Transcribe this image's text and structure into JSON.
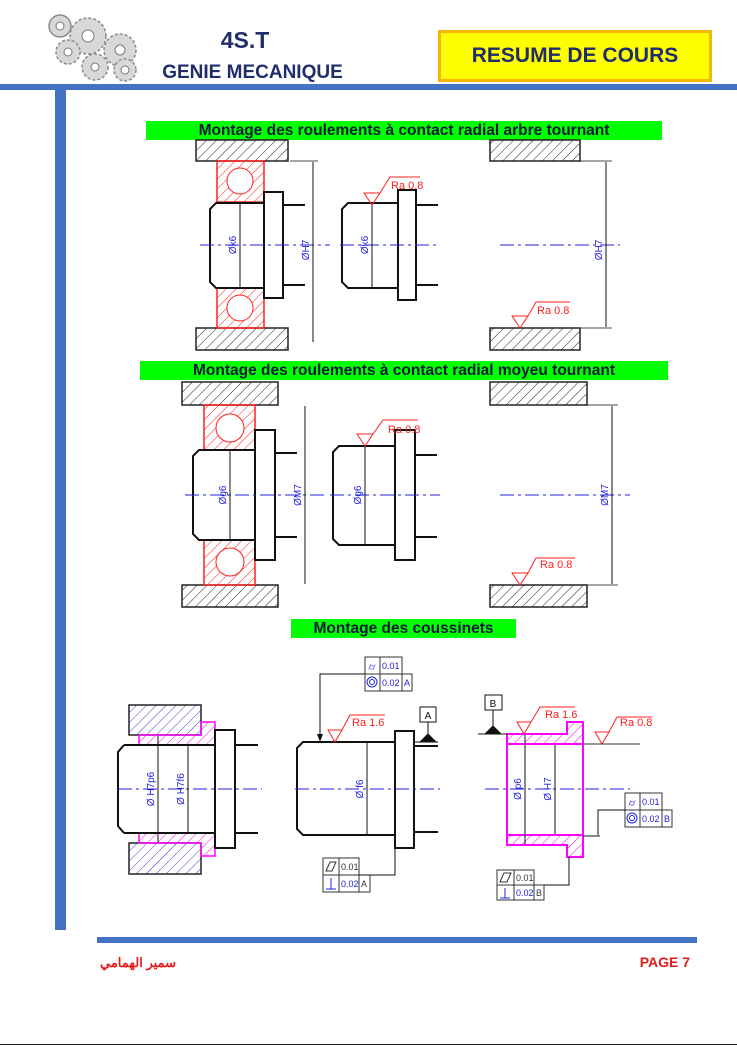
{
  "header": {
    "level": "4S.T",
    "subject": "GENIE MECANIQUE",
    "doc_type": "RESUME DE COURS"
  },
  "sections": [
    {
      "title": "Montage des roulements à contact radial arbre tournant",
      "shaft_fit": "Øk6",
      "bore_fit": "ØH7",
      "roughness": "Ra 0.8"
    },
    {
      "title": "Montage des roulements à contact radial moyeu tournant",
      "shaft_fit": "Øg6",
      "bore_fit": "ØM7",
      "roughness": "Ra 0.8"
    },
    {
      "title": "Montage des coussinets",
      "assembly_outer_fit": "Ø H7p6",
      "assembly_inner_fit": "Ø H7f6",
      "shaft_fit": "Ø f6",
      "bushing_outer_fit": "Ø p6",
      "bushing_inner_fit": "Ø H7",
      "ra_16": "Ra 1.6",
      "ra_08": "Ra 0.8",
      "datum_a": "A",
      "datum_b": "B",
      "tol_001": "0.01",
      "tol_002": "0.02"
    }
  ],
  "footer": {
    "author": "سمير الهمامي",
    "page": "PAGE 7"
  },
  "colors": {
    "accent_blue": "#4472c4",
    "title_green": "#00ff00",
    "section_red": "#ff2020",
    "bushing_magenta": "#ff00ff"
  }
}
